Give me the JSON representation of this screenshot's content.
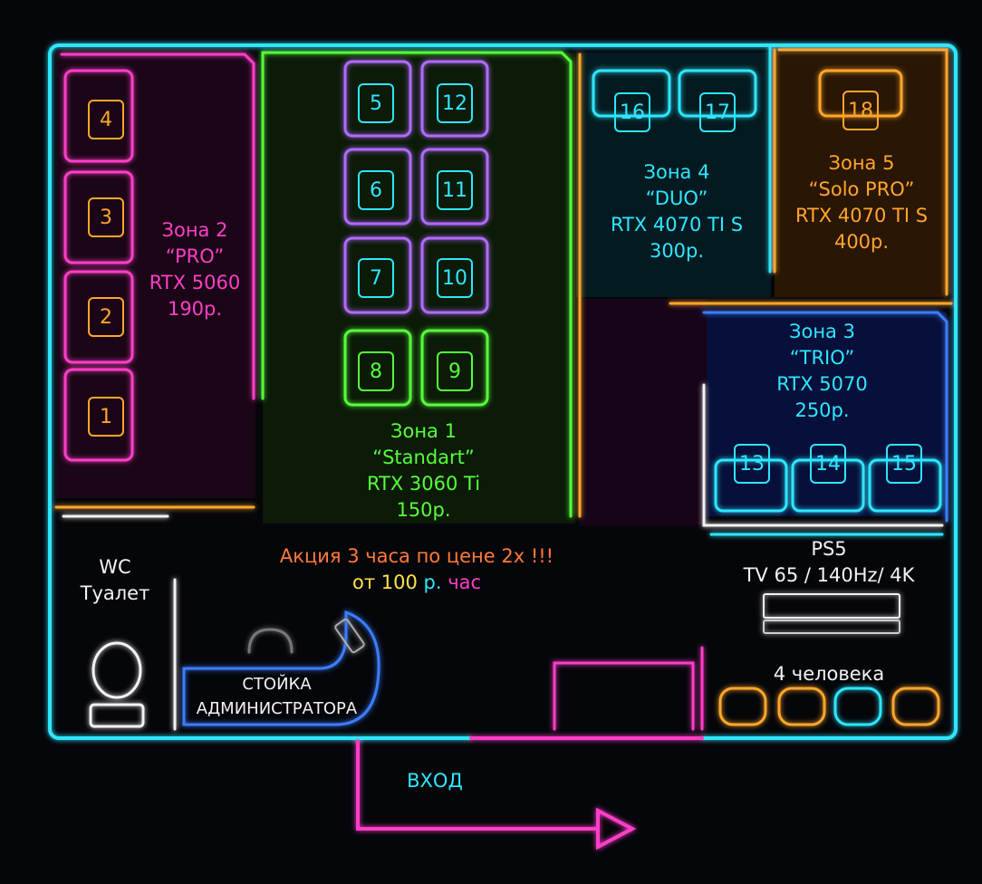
{
  "colors": {
    "pink": "#ff3ec8",
    "green": "#55ff3a",
    "cyan": "#2ee6ff",
    "orange": "#ffa62b",
    "blue": "#3a7dff",
    "purple": "#b06bff",
    "white": "#f2f2f2",
    "red": "#ff5a5a",
    "yellow": "#ffe24a"
  },
  "zones": {
    "zone2": {
      "title": "Зона 2",
      "name": "“PRO”",
      "gpu": "RTX 5060",
      "price": "190р.",
      "color": "pink"
    },
    "zone1": {
      "title": "Зона 1",
      "name": "“Standart”",
      "gpu": "RTX 3060 Ti",
      "price": "150р.",
      "color": "green"
    },
    "zone4": {
      "title": "Зона 4",
      "name": "“DUO”",
      "gpu": "RTX 4070 TI S",
      "price": "300р.",
      "color": "cyan"
    },
    "zone5": {
      "title": "Зона 5",
      "name": "“Solo PRO”",
      "gpu": "RTX 4070 TI S",
      "price": "400р.",
      "color": "orange"
    },
    "zone3": {
      "title": "Зона 3",
      "name": "“TRIO”",
      "gpu": "RTX 5070",
      "price": "250р.",
      "color": "cyan"
    }
  },
  "seats": {
    "s1": "1",
    "s2": "2",
    "s3": "3",
    "s4": "4",
    "s5": "5",
    "s6": "6",
    "s7": "7",
    "s8": "8",
    "s9": "9",
    "s10": "10",
    "s11": "11",
    "s12": "12",
    "s13": "13",
    "s14": "14",
    "s15": "15",
    "s16": "16",
    "s17": "17",
    "s18": "18"
  },
  "wc": {
    "line1": "WC",
    "line2": "Туалет"
  },
  "promo": {
    "line1": "Акция 3 часа по цене 2х !!!",
    "line2_a": "от 100",
    "line2_b": "р.",
    "line2_c": "час"
  },
  "admin": {
    "line1": "СТОЙКА",
    "line2": "АДМИНИСТРАТОРА"
  },
  "entrance": {
    "label": "ВХОД"
  },
  "ps5": {
    "title": "PS5",
    "specs": "TV 65 / 140Hz/ 4K",
    "capacity": "4 человека"
  }
}
